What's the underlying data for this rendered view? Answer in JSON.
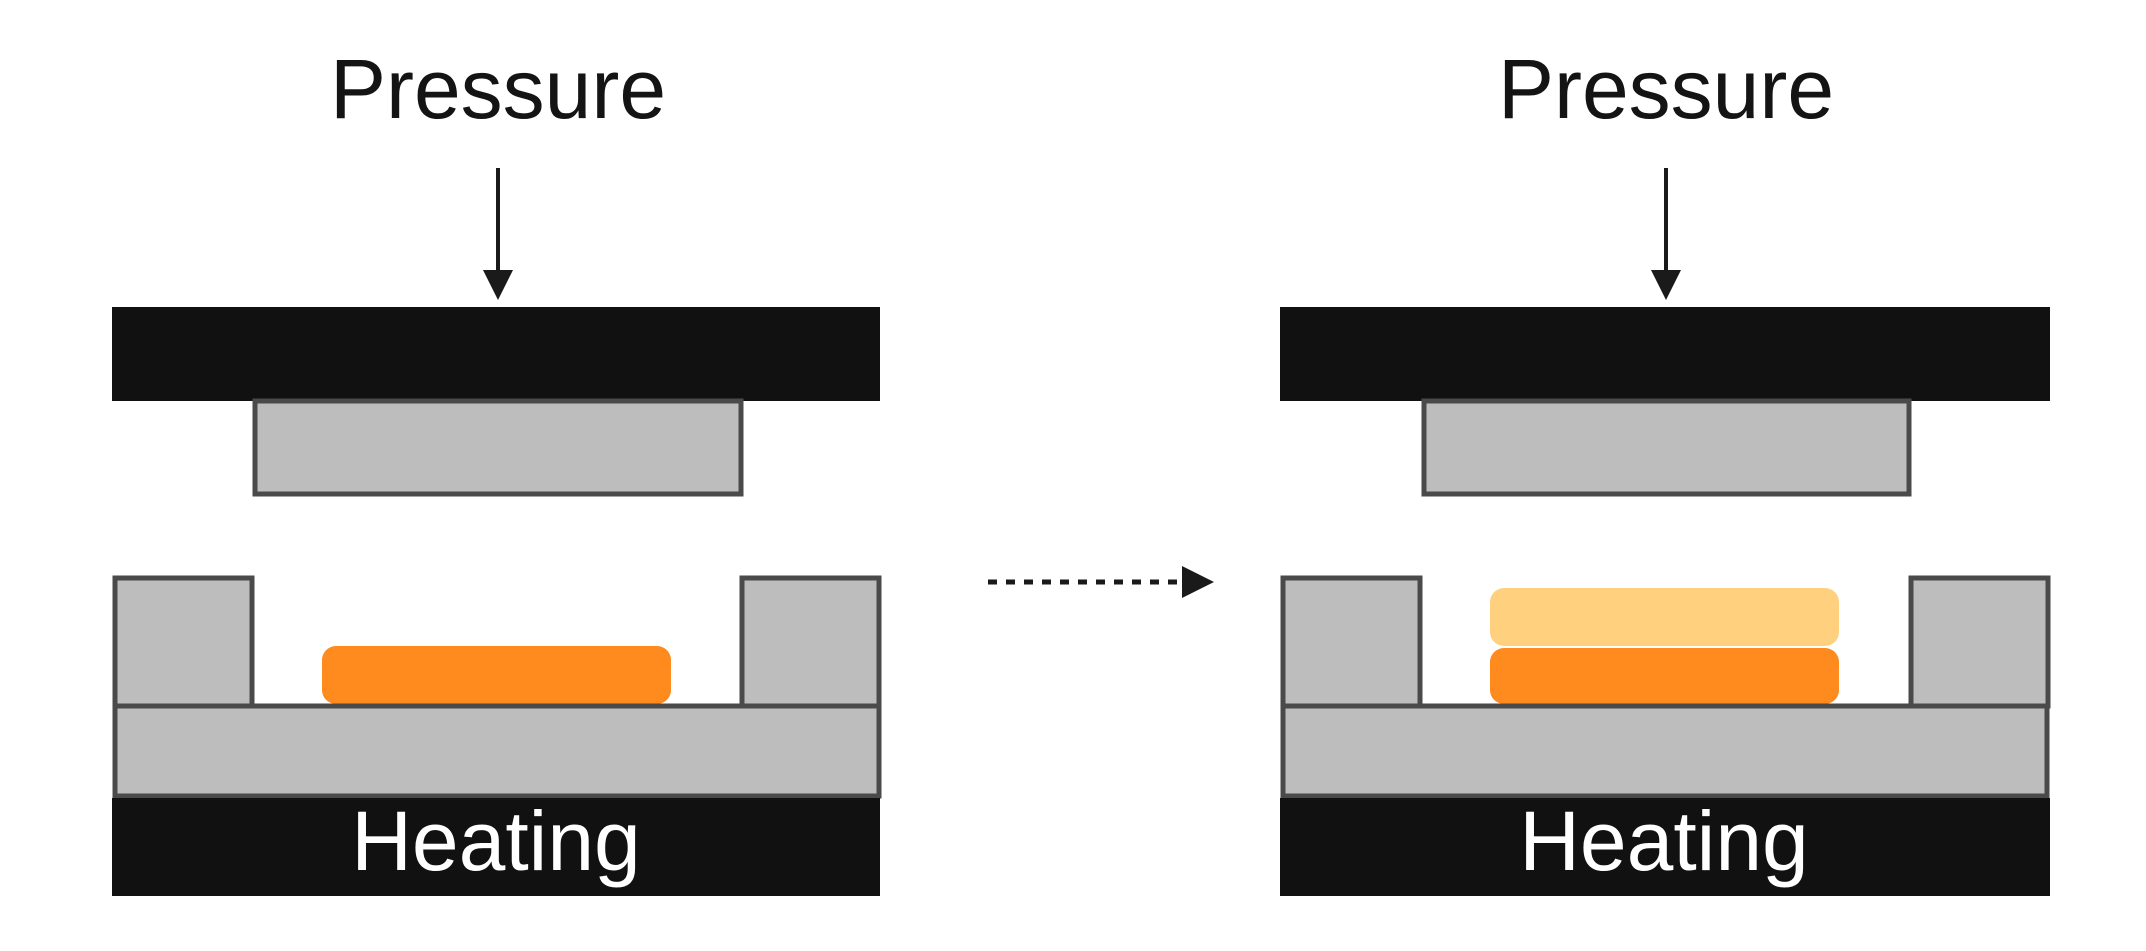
{
  "diagram": {
    "left_panel": {
      "force_label": "Pressure",
      "heater_label": "Heating"
    },
    "right_panel": {
      "force_label": "Pressure",
      "heater_label": "Heating"
    }
  },
  "colors": {
    "black_plate": "#111111",
    "grey_part": "#bdbdbd",
    "outline": "#4a4a4a",
    "sample_orange": "#ff8a1e",
    "sample_light": "#ffd17e",
    "arrow": "#1a1a1a",
    "text_dark": "#141414",
    "text_light": "#ffffff"
  }
}
